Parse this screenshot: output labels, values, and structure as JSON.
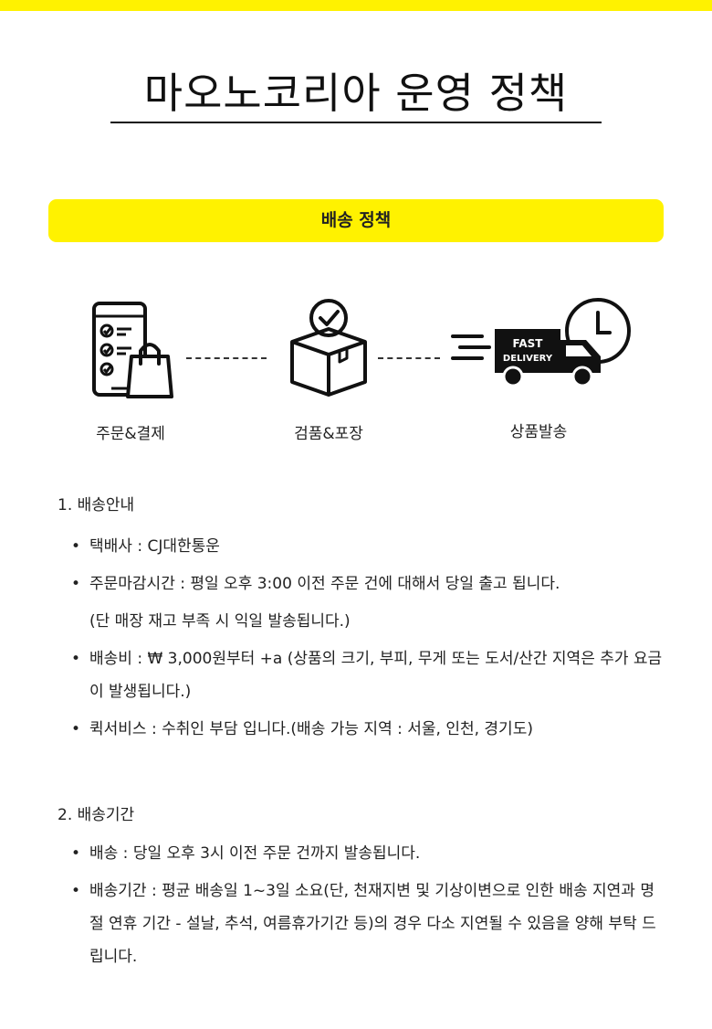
{
  "page": {
    "title": "마오노코리아 운영 정책",
    "accent_color": "#fff200"
  },
  "banner": {
    "label": "배송 정책"
  },
  "steps": [
    {
      "label": "주문&결제",
      "icon": "phone-checklist-bag-icon"
    },
    {
      "label": "검품&포장",
      "icon": "box-check-icon"
    },
    {
      "label": "상품발송",
      "icon": "fast-delivery-truck-icon"
    }
  ],
  "truck_text": {
    "line1": "FAST",
    "line2": "DELIVERY"
  },
  "sections": [
    {
      "heading": "1. 배송안내",
      "items": [
        {
          "text": "택배사 : CJ대한통운"
        },
        {
          "text": "주문마감시간 : 평일 오후 3:00 이전 주문 건에 대해서 당일 출고 됩니다.",
          "sub": "(단 매장 재고 부족 시 익일 발송됩니다.)"
        },
        {
          "text": "배송비 : ₩ 3,000원부터 +a (상품의 크기, 부피, 무게 또는 도서/산간 지역은 추가 요금이 발생됩니다.)"
        },
        {
          "text": "퀵서비스 : 수취인 부담 입니다.(배송 가능 지역 : 서울, 인천, 경기도)"
        }
      ]
    },
    {
      "heading": "2. 배송기간",
      "items": [
        {
          "text": "배송 : 당일 오후 3시 이전 주문 건까지 발송됩니다."
        },
        {
          "text": "배송기간 : 평균 배송일 1~3일 소요(단, 천재지변 및 기상이변으로 인한 배송 지연과 명절 연휴 기간 - 설날, 추석, 여름휴가기간 등)의 경우 다소 지연될 수 있음을 양해 부탁 드립니다."
        }
      ]
    }
  ]
}
